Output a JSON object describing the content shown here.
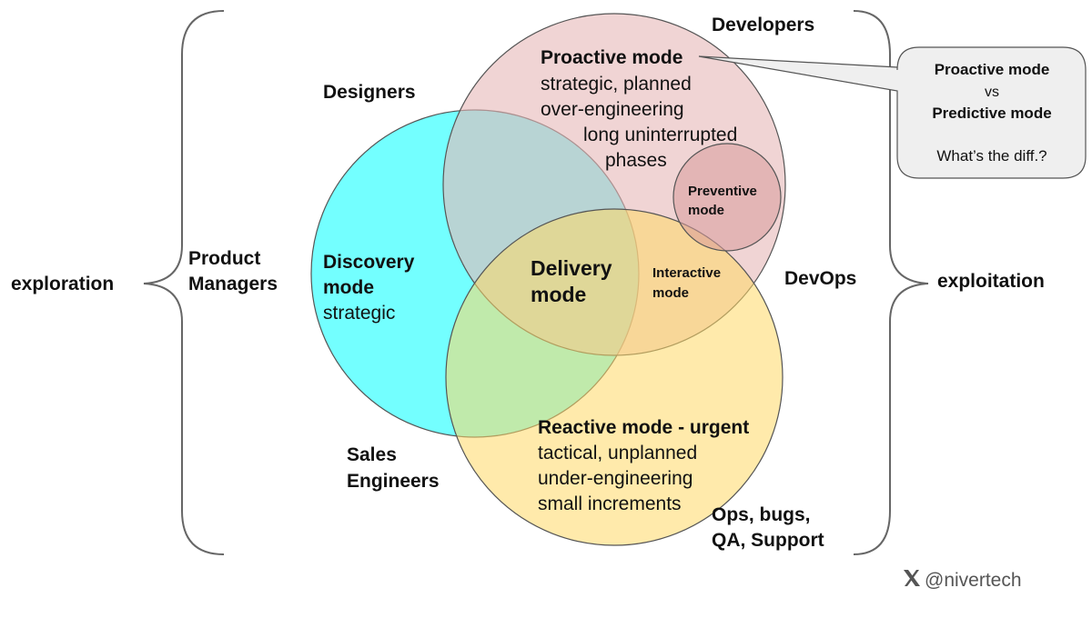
{
  "left_label": "exploration",
  "right_label": "exploitation",
  "roles": {
    "developers": "Developers",
    "designers": "Designers",
    "product_managers": [
      "Product",
      "Managers"
    ],
    "devops": "DevOps",
    "sales_engineers": [
      "Sales",
      "Engineers"
    ],
    "ops": [
      "Ops, bugs,",
      "QA, Support"
    ]
  },
  "proactive": {
    "title": "Proactive mode",
    "lines": [
      "strategic, planned",
      "over-engineering",
      "long uninterrupted",
      "phases"
    ]
  },
  "preventive": [
    "Preventive",
    "mode"
  ],
  "discovery": {
    "title": [
      "Discovery",
      "mode"
    ],
    "line": "strategic"
  },
  "delivery": [
    "Delivery",
    "mode"
  ],
  "interactive": [
    "Interactive",
    "mode"
  ],
  "reactive": {
    "title": "Reactive mode - urgent",
    "lines": [
      "tactical, unplanned",
      "under-engineering",
      "small increments"
    ]
  },
  "callout": {
    "line1": "Proactive mode",
    "line2": "vs",
    "line3": "Predictive mode",
    "line4": "What’s the diff.?"
  },
  "credit": "@nivertech",
  "credit_icon": "x-logo-icon",
  "colors": {
    "discovery_fill": "#00ffff",
    "proactive_fill": "#e6b8b8",
    "reactive_fill": "#ffd966",
    "preventive_fill": "#d99a9a",
    "callout_fill": "#efefef"
  }
}
